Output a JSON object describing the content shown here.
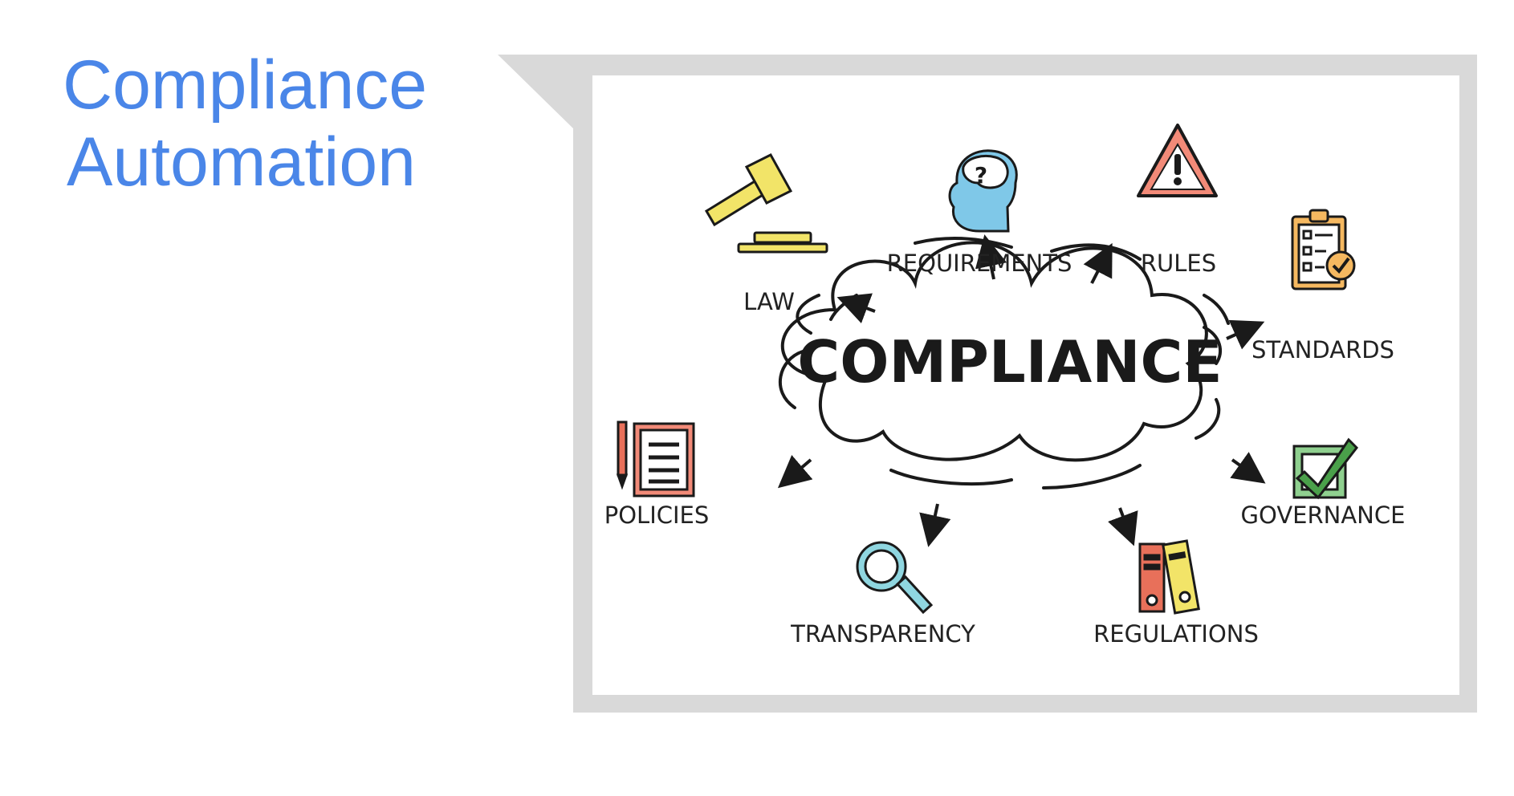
{
  "slide": {
    "title_line1": "Compliance",
    "title_line2": "Automation",
    "title_color": "#4a86e8"
  },
  "diagram": {
    "center": "COMPLIANCE",
    "nodes": [
      {
        "label": "REQUIREMENTS",
        "icon": "head-question-icon",
        "color": "#3fa9d6"
      },
      {
        "label": "RULES",
        "icon": "warning-triangle-icon",
        "color": "#e0523f"
      },
      {
        "label": "LAW",
        "icon": "gavel-icon",
        "color": "#e8d63a"
      },
      {
        "label": "STANDARDS",
        "icon": "clipboard-checklist-icon",
        "color": "#e69a2a"
      },
      {
        "label": "POLICIES",
        "icon": "document-pencil-icon",
        "color": "#d9553c"
      },
      {
        "label": "GOVERNANCE",
        "icon": "checkbox-tick-icon",
        "color": "#4aa04a"
      },
      {
        "label": "TRANSPARENCY",
        "icon": "magnifier-icon",
        "color": "#3fb0c0"
      },
      {
        "label": "REGULATIONS",
        "icon": "binders-icon",
        "color": "#e05a3a"
      }
    ]
  }
}
